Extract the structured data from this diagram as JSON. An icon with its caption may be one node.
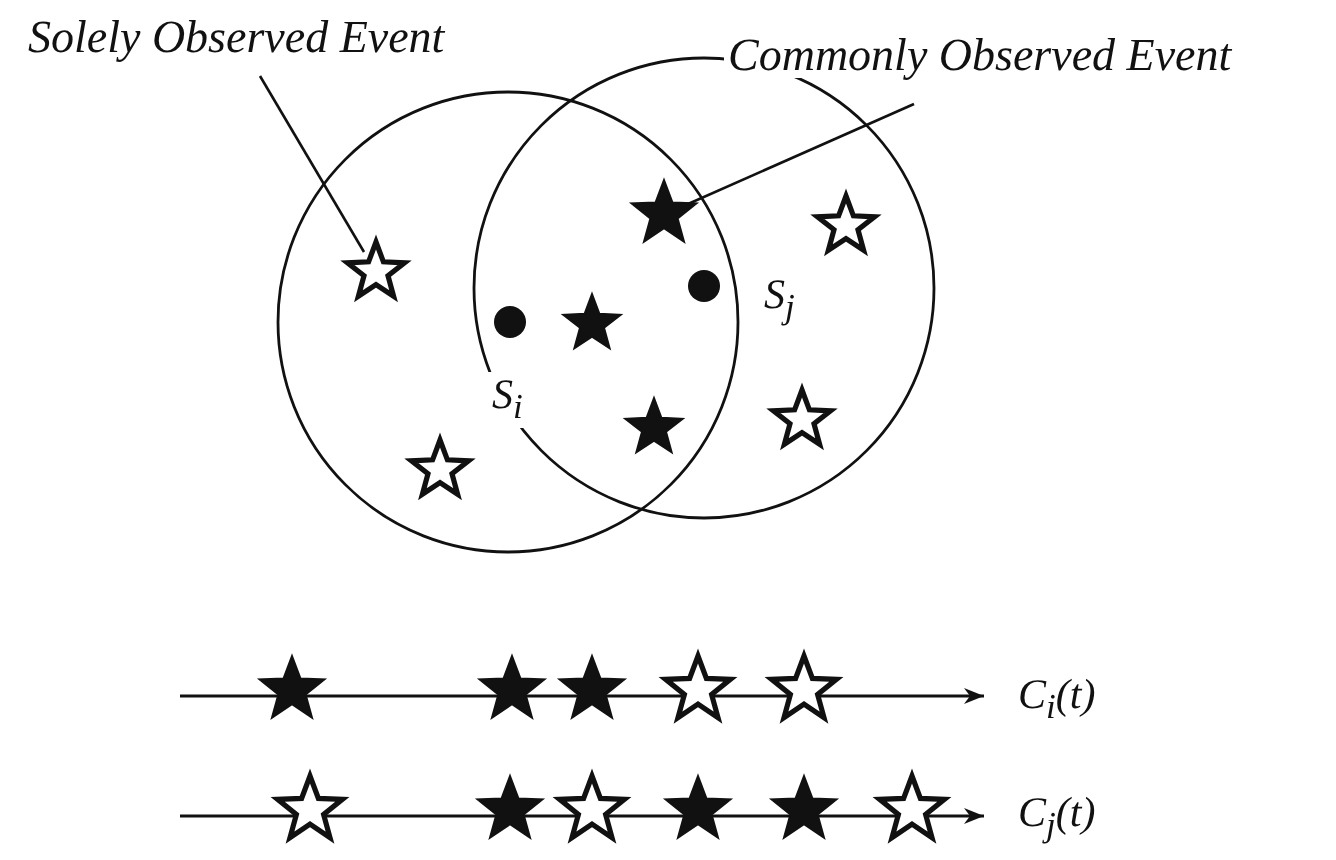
{
  "diagram": {
    "nodes": [
      {
        "text": [
          "Solely Observed Event"
        ]
      },
      {
        "text": [
          "Commonly Observed Event"
        ]
      },
      {
        "text": [],
        "shape": "star"
      },
      {
        "text": [],
        "shape": "star"
      }
    ],
    "edges": [
      {
        "from": 0,
        "to": 2,
        "arrow": "none"
      },
      {
        "from": 1,
        "to": 3,
        "arrow": "none"
      }
    ],
    "labels": [
      "S$_{j}$",
      "S$_{i}$",
      "C$_{i}$(t)",
      "C$_{j}$(t)"
    ]
  }
}
